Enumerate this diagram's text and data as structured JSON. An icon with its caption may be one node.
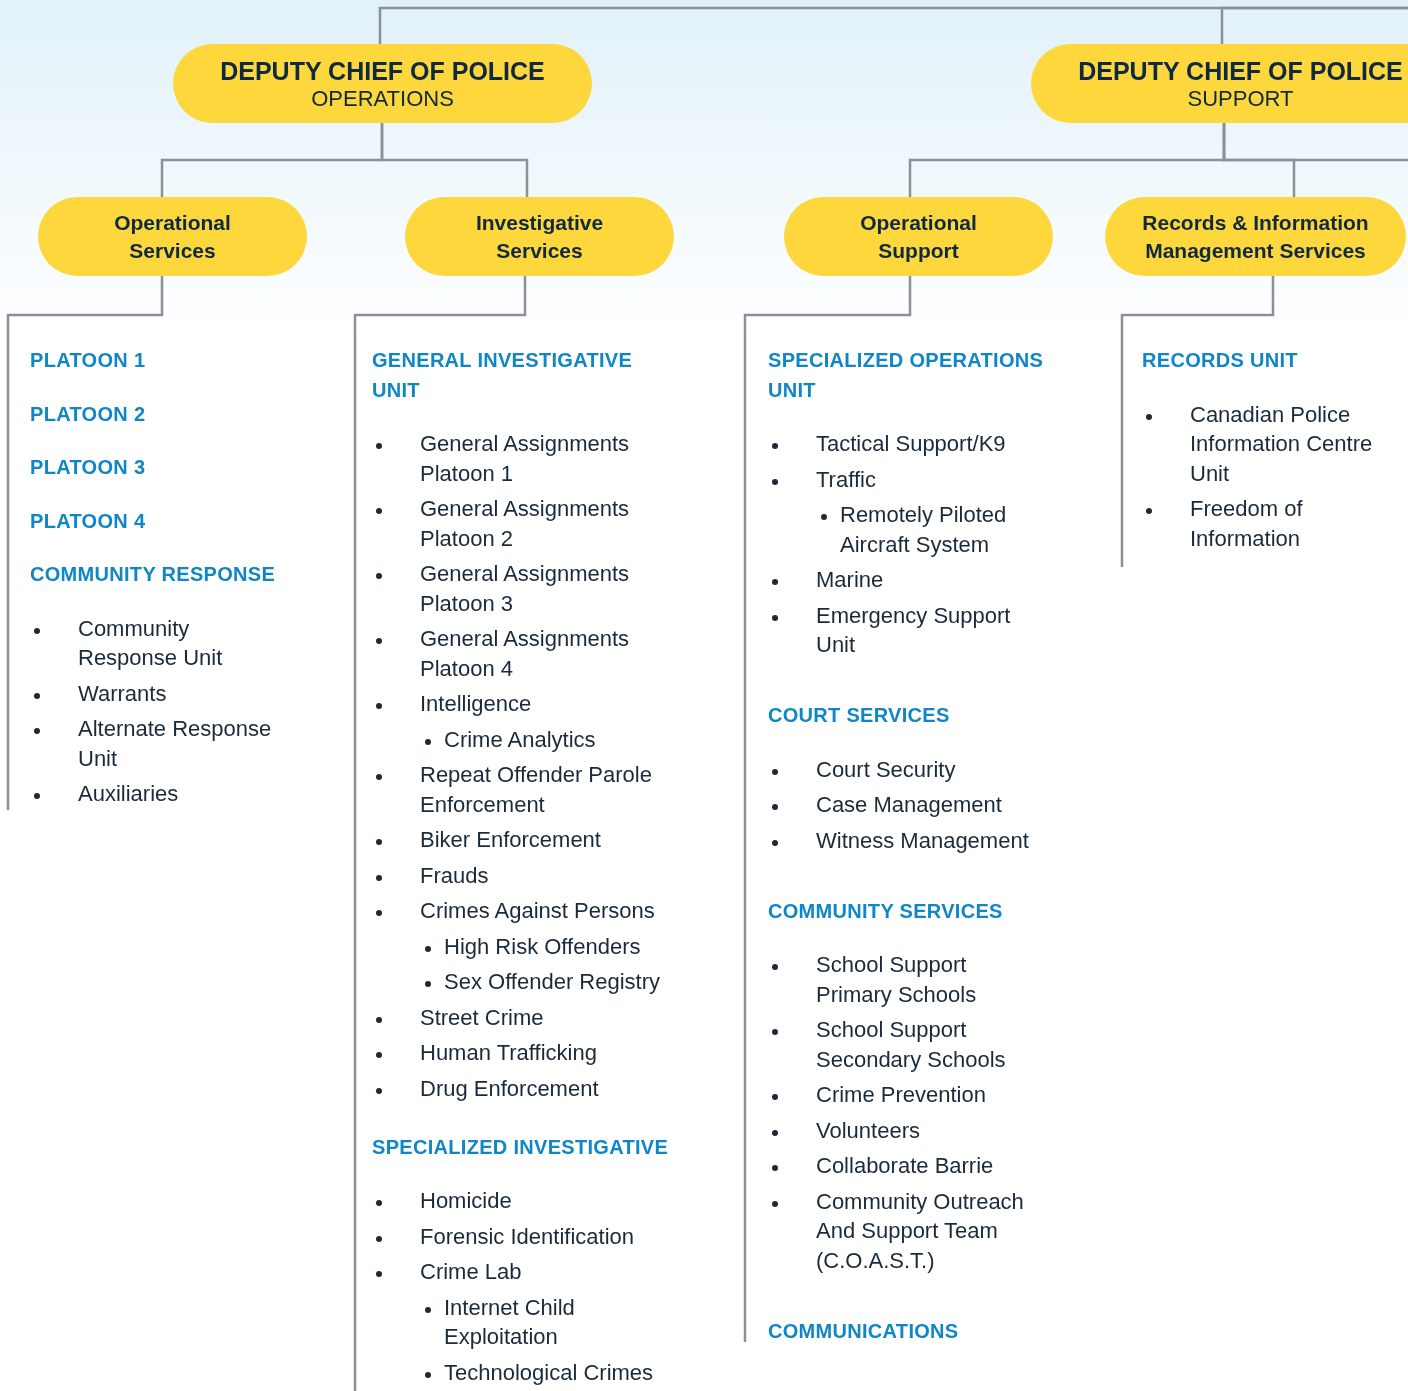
{
  "diagram": {
    "nodes": [
      {
        "text": [
          "DEPUTY CHIEF OF POLICE",
          "OPERATIONS"
        ]
      },
      {
        "text": [
          "Operational Services"
        ]
      },
      {
        "text": [
          "Investigative Services"
        ]
      },
      {
        "text": [
          "DEPUTY CHIEF OF POLICE",
          "SUPPORT"
        ]
      },
      {
        "text": [
          "Operational Support"
        ]
      },
      {
        "text": [
          "Records & Information Management Services"
        ]
      },
      {
        "text": [
          "PLATOON 1",
          "PLATOON 2",
          "PLATOON 3",
          "PLATOON 4",
          "COMMUNITY RESPONSE",
          "Community Response Unit",
          "Warrants",
          "Alternate Response Unit",
          "Auxiliaries"
        ]
      },
      {
        "text": [
          "GENERAL INVESTIGATIVE UNIT",
          "General Assignments Platoon 1",
          "General Assignments Platoon 2",
          "General Assignments Platoon 3",
          "General Assignments Platoon 4",
          "Intelligence",
          "Crime Analytics",
          "Repeat Offender Parole Enforcement",
          "Biker Enforcement",
          "Frauds",
          "Crimes Against Persons",
          "High Risk Offenders",
          "Sex Offender Registry",
          "Street Crime",
          "Human Trafficking",
          "Drug Enforcement",
          "SPECIALIZED INVESTIGATIVE",
          "Homicide",
          "Forensic Identification",
          "Crime Lab",
          "Internet Child Exploitation",
          "Technological Crimes"
        ]
      },
      {
        "text": [
          "SPECIALIZED OPERATIONS UNIT",
          "Tactical Support/K9",
          "Traffic",
          "Remotely Piloted Aircraft System",
          "Marine",
          "Emergency Support Unit",
          "COURT SERVICES",
          "Court Security",
          "Case Management",
          "Witness Management",
          "COMMUNITY SERVICES",
          "School Support Primary Schools",
          "School Support Secondary Schools",
          "Crime Prevention",
          "Volunteers",
          "Collaborate Barrie",
          "Community Outreach And Support Team (C.O.A.S.T.)",
          "COMMUNICATIONS"
        ]
      },
      {
        "text": [
          "RECORDS UNIT",
          "Canadian Police Information Centre Unit",
          "Freedom of Information"
        ]
      }
    ],
    "edges": [
      {
        "from": null,
        "to": 0,
        "arrow": "none"
      },
      {
        "from": null,
        "to": 3,
        "arrow": "none"
      },
      {
        "from": 0,
        "to": 1,
        "arrow": "none"
      },
      {
        "from": 0,
        "to": 2,
        "arrow": "none"
      },
      {
        "from": 3,
        "to": 4,
        "arrow": "none"
      },
      {
        "from": 3,
        "to": 5,
        "arrow": "none"
      },
      {
        "from": 3,
        "to": null,
        "arrow": "none"
      },
      {
        "from": 1,
        "to": 6,
        "arrow": "none"
      },
      {
        "from": 2,
        "to": 7,
        "arrow": "none"
      },
      {
        "from": 4,
        "to": 8,
        "arrow": "none"
      },
      {
        "from": 5,
        "to": 9,
        "arrow": "none"
      }
    ]
  }
}
